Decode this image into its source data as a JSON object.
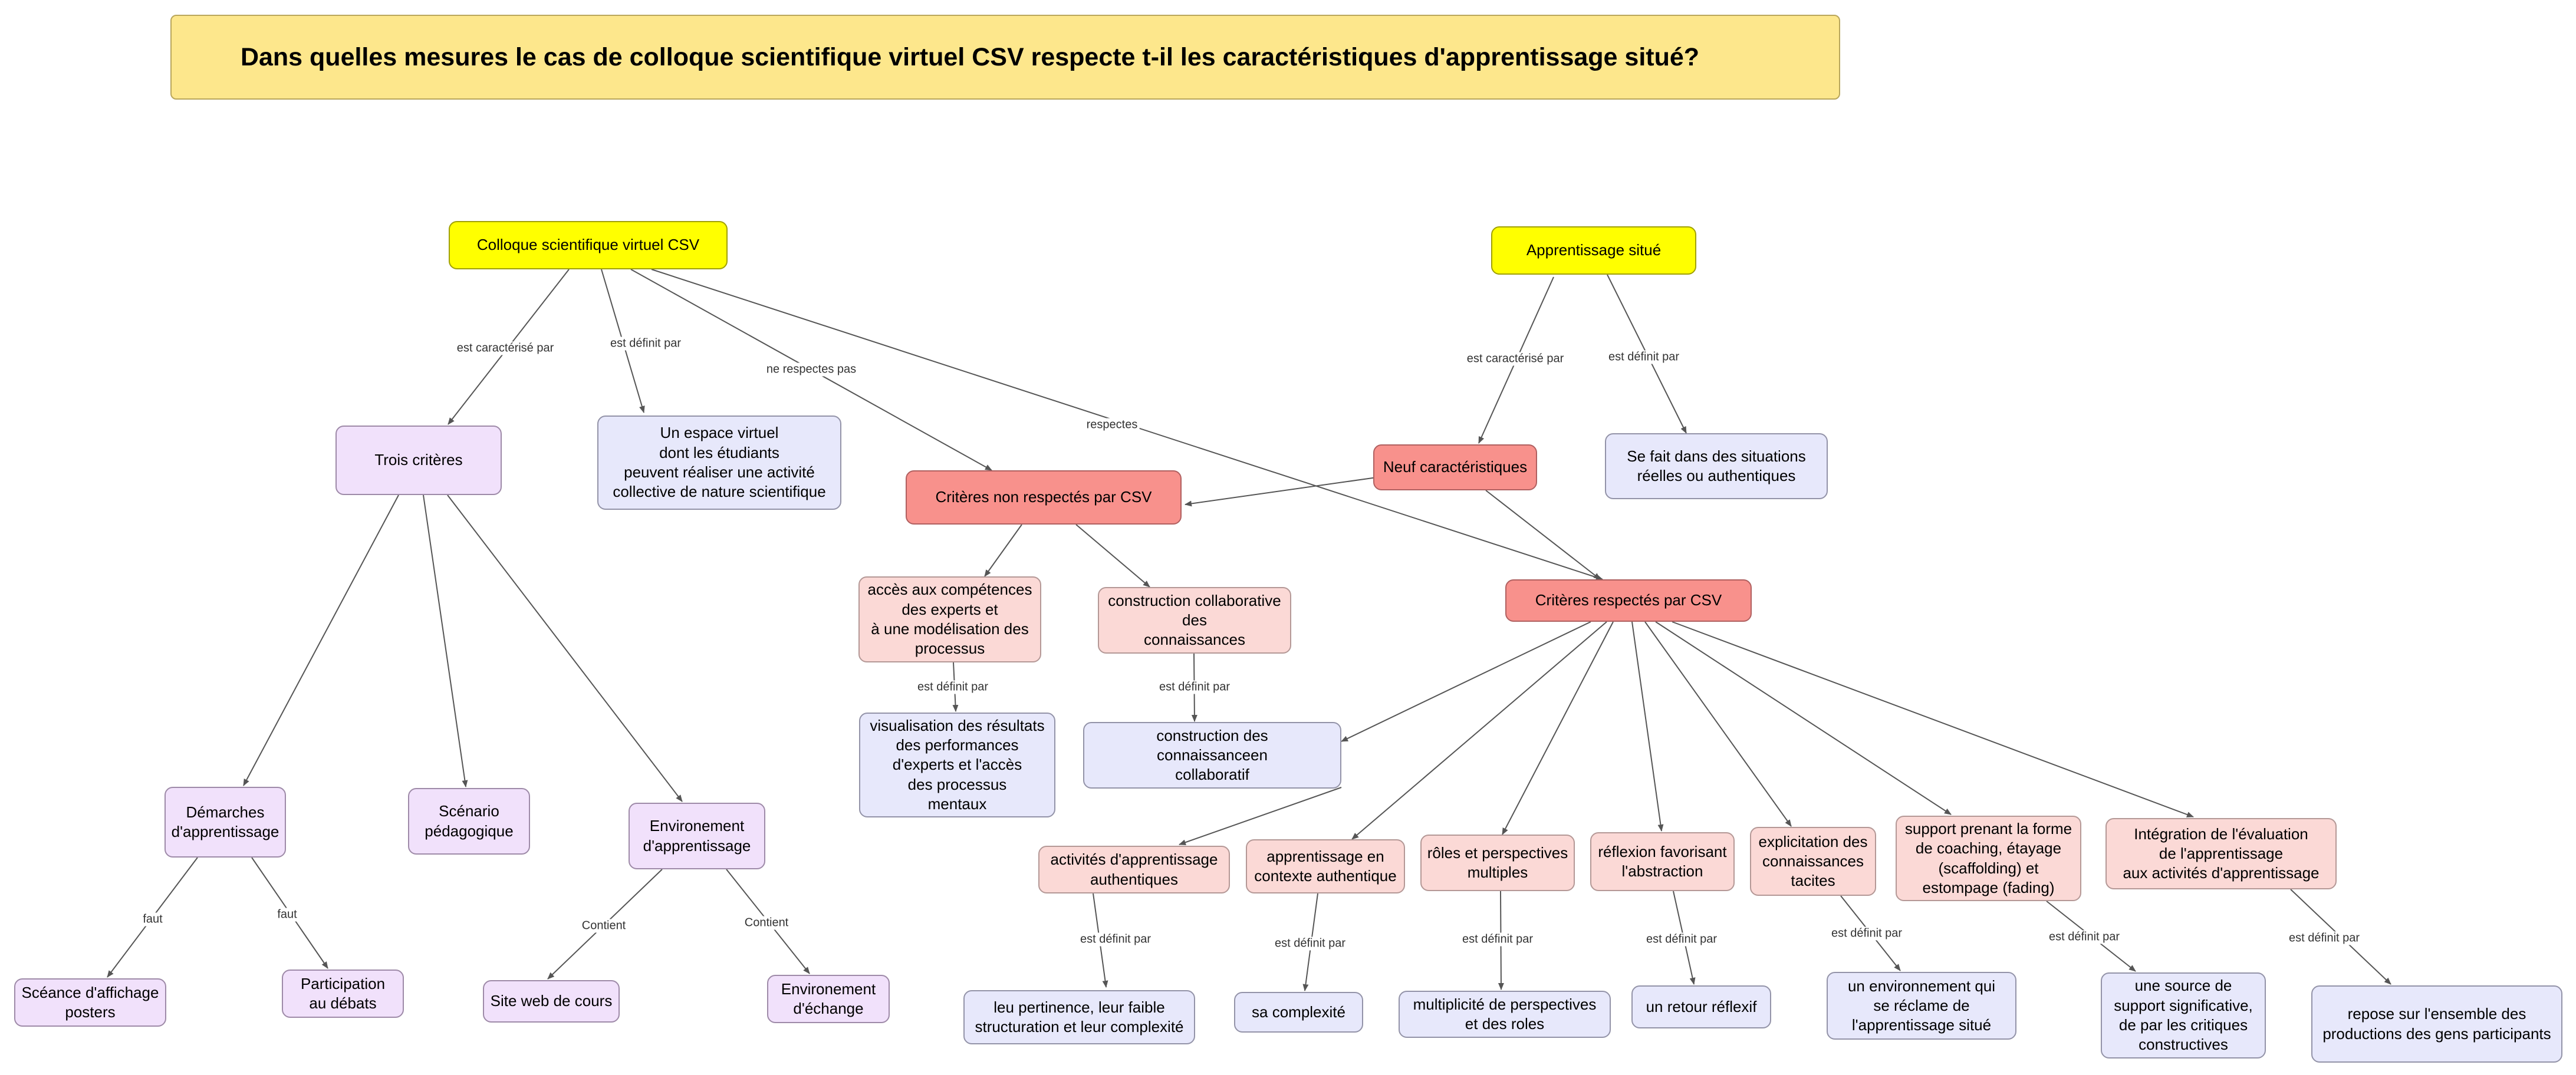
{
  "title": "Dans quelles mesures le cas de colloque scientifique virtuel CSV respecte t-il les caractéristiques d'apprentissage situé?",
  "nodes": {
    "csv": "Colloque scientifique virtuel CSV",
    "apprentissage": "Apprentissage situé",
    "trois": "Trois critères",
    "espace": "Un espace virtuel\ndont les étudiants\npeuvent réaliser une activité\ncollective de nature scientifique",
    "neuf": "Neuf caractéristiques",
    "situations": "Se fait dans des situations\nréelles ou authentiques",
    "nonresp": "Critères non respectés par CSV",
    "resp": "Critères respectés par CSV",
    "acces": "accès aux compétences\ndes experts et\nà une modélisation des\nprocessus",
    "constcollab": "construction collaborative\ndes\nconnaissances",
    "visualisation": "visualisation des résultats\ndes performances\nd'experts et l'accès\ndes processus\nmentaux",
    "constdes": "construction des\nconnaissanceen\ncollaboratif",
    "demarches": "Démarches\nd'apprentissage",
    "scenario": "Scénario\npédagogique",
    "environement": "Environement\nd'apprentissage",
    "seance": "Scéance d'affichage\nposters",
    "participation": "Participation\nau débats",
    "siteweb": "Site web de cours",
    "envechange": "Environement\nd'échange",
    "activites": "activités d'apprentissage\nauthentiques",
    "contexte": "apprentissage en\ncontexte authentique",
    "roles": "rôles et perspectives\nmultiples",
    "reflexion": "réflexion favorisant\nl'abstraction",
    "explicitation": "explicitation des\nconnaissances\ntacites",
    "support": "support prenant la forme\nde coaching, étayage\n(scaffolding) et\nestompage (fading)",
    "integration": "Intégration de l'évaluation\nde l'apprentissage\naux activités d'apprentissage",
    "pertinence": "leu pertinence, leur faible\nstructuration et leur complexité",
    "complexite": "sa complexité",
    "multiplicite": "multiplicité de perspectives\net des roles",
    "retour": "un retour réflexif",
    "environnement": "un environnement qui\nse réclame de\nl'apprentissage situé",
    "source": "une source de\nsupport significative,\nde par les critiques\nconstructives",
    "repose": "repose sur l'ensemble des\nproductions des gens participants"
  },
  "links": {
    "l1": "est caractérisé par",
    "l2": "est définit par",
    "l3": "ne respectes pas",
    "l4": "respectes",
    "l5": "est caractérisé par",
    "l6": "est définit par",
    "l7": "est définit par",
    "l8": "est définit par",
    "l9": "faut",
    "l10": "faut",
    "l11": "Contient",
    "l12": "Contient",
    "l13": "est définit par",
    "l14": "est définit par",
    "l15": "est définit par",
    "l16": "est définit par",
    "l17": "est définit par",
    "l18": "est définit par",
    "l19": "est définit par"
  },
  "colors": {
    "title": "#fde78c",
    "root": "#ffff00",
    "criteria": "#f8918c",
    "item": "#fbd9d6",
    "definition": "#e7e8fb",
    "csvpart": "#f1e1fb",
    "edge": "#555555"
  }
}
